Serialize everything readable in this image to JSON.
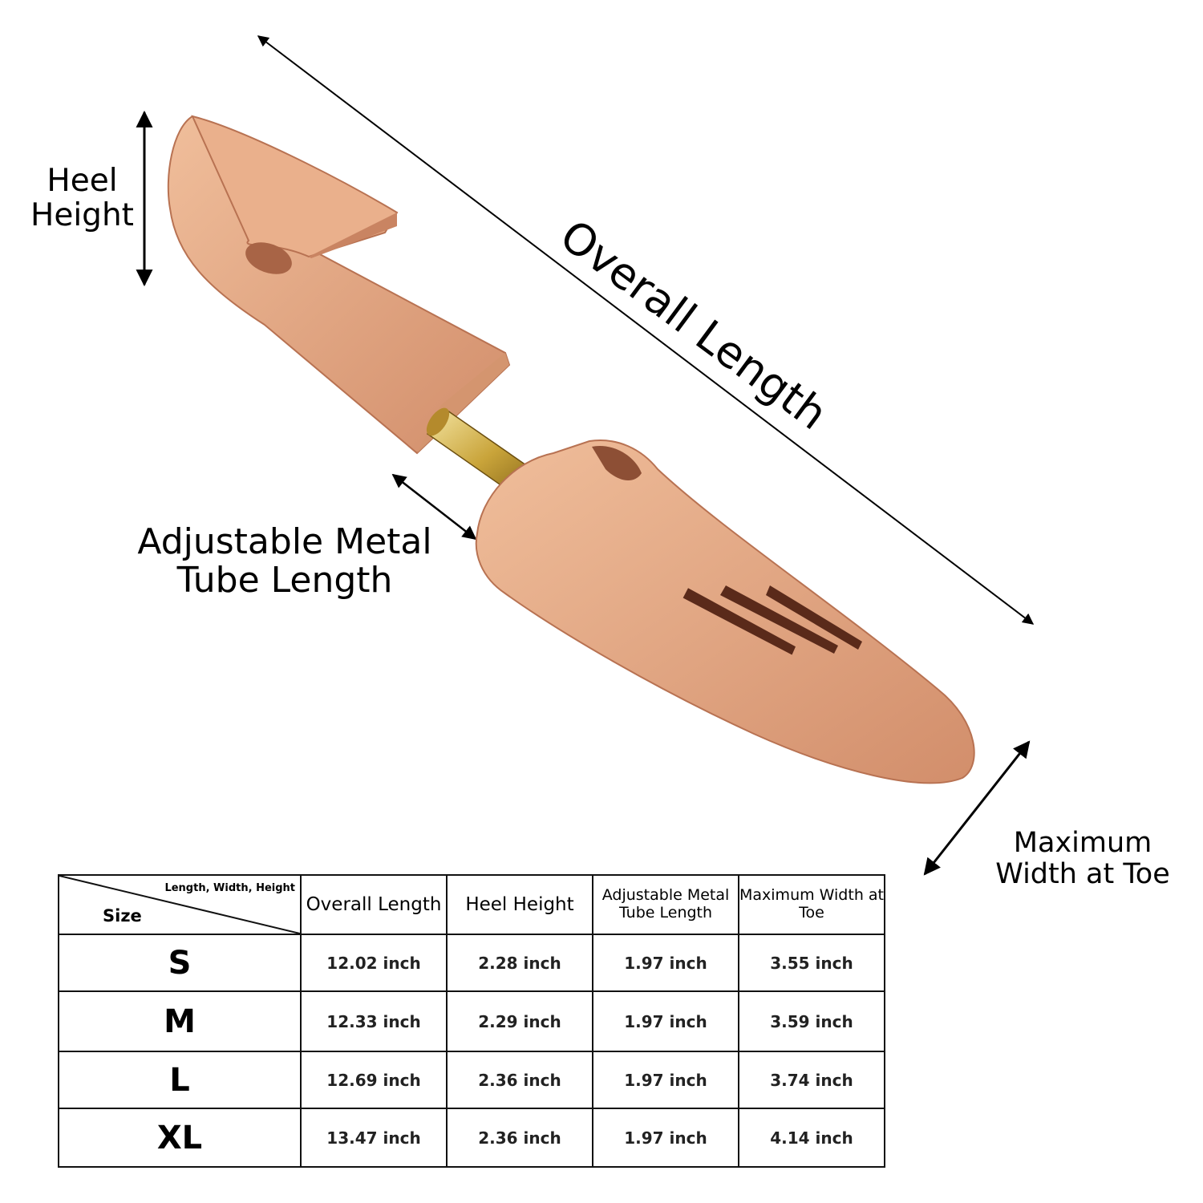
{
  "labels": {
    "heel_height": "Heel Height",
    "overall_length": "Overall Length",
    "tube_length": "Adjustable Metal Tube Length",
    "max_width": "Maximum Width at Toe"
  },
  "table": {
    "corner_top": "Length, Width, Height",
    "corner_bottom": "Size",
    "headers": [
      "Overall Length",
      "Heel Height",
      "Adjustable Metal Tube Length",
      "Maximum Width at Toe"
    ],
    "rows": [
      {
        "size": "S",
        "values": [
          "12.02 inch",
          "2.28 inch",
          "1.97 inch",
          "3.55 inch"
        ]
      },
      {
        "size": "M",
        "values": [
          "12.33 inch",
          "2.29 inch",
          "1.97 inch",
          "3.59 inch"
        ]
      },
      {
        "size": "L",
        "values": [
          "12.69 inch",
          "2.36 inch",
          "1.97 inch",
          "3.74 inch"
        ]
      },
      {
        "size": "XL",
        "values": [
          "13.47 inch",
          "2.36 inch",
          "1.97 inch",
          "4.14 inch"
        ]
      }
    ]
  },
  "colors": {
    "wood": "#e3a57f",
    "wood_dark": "#c98462",
    "brass": "#c9a43a"
  }
}
